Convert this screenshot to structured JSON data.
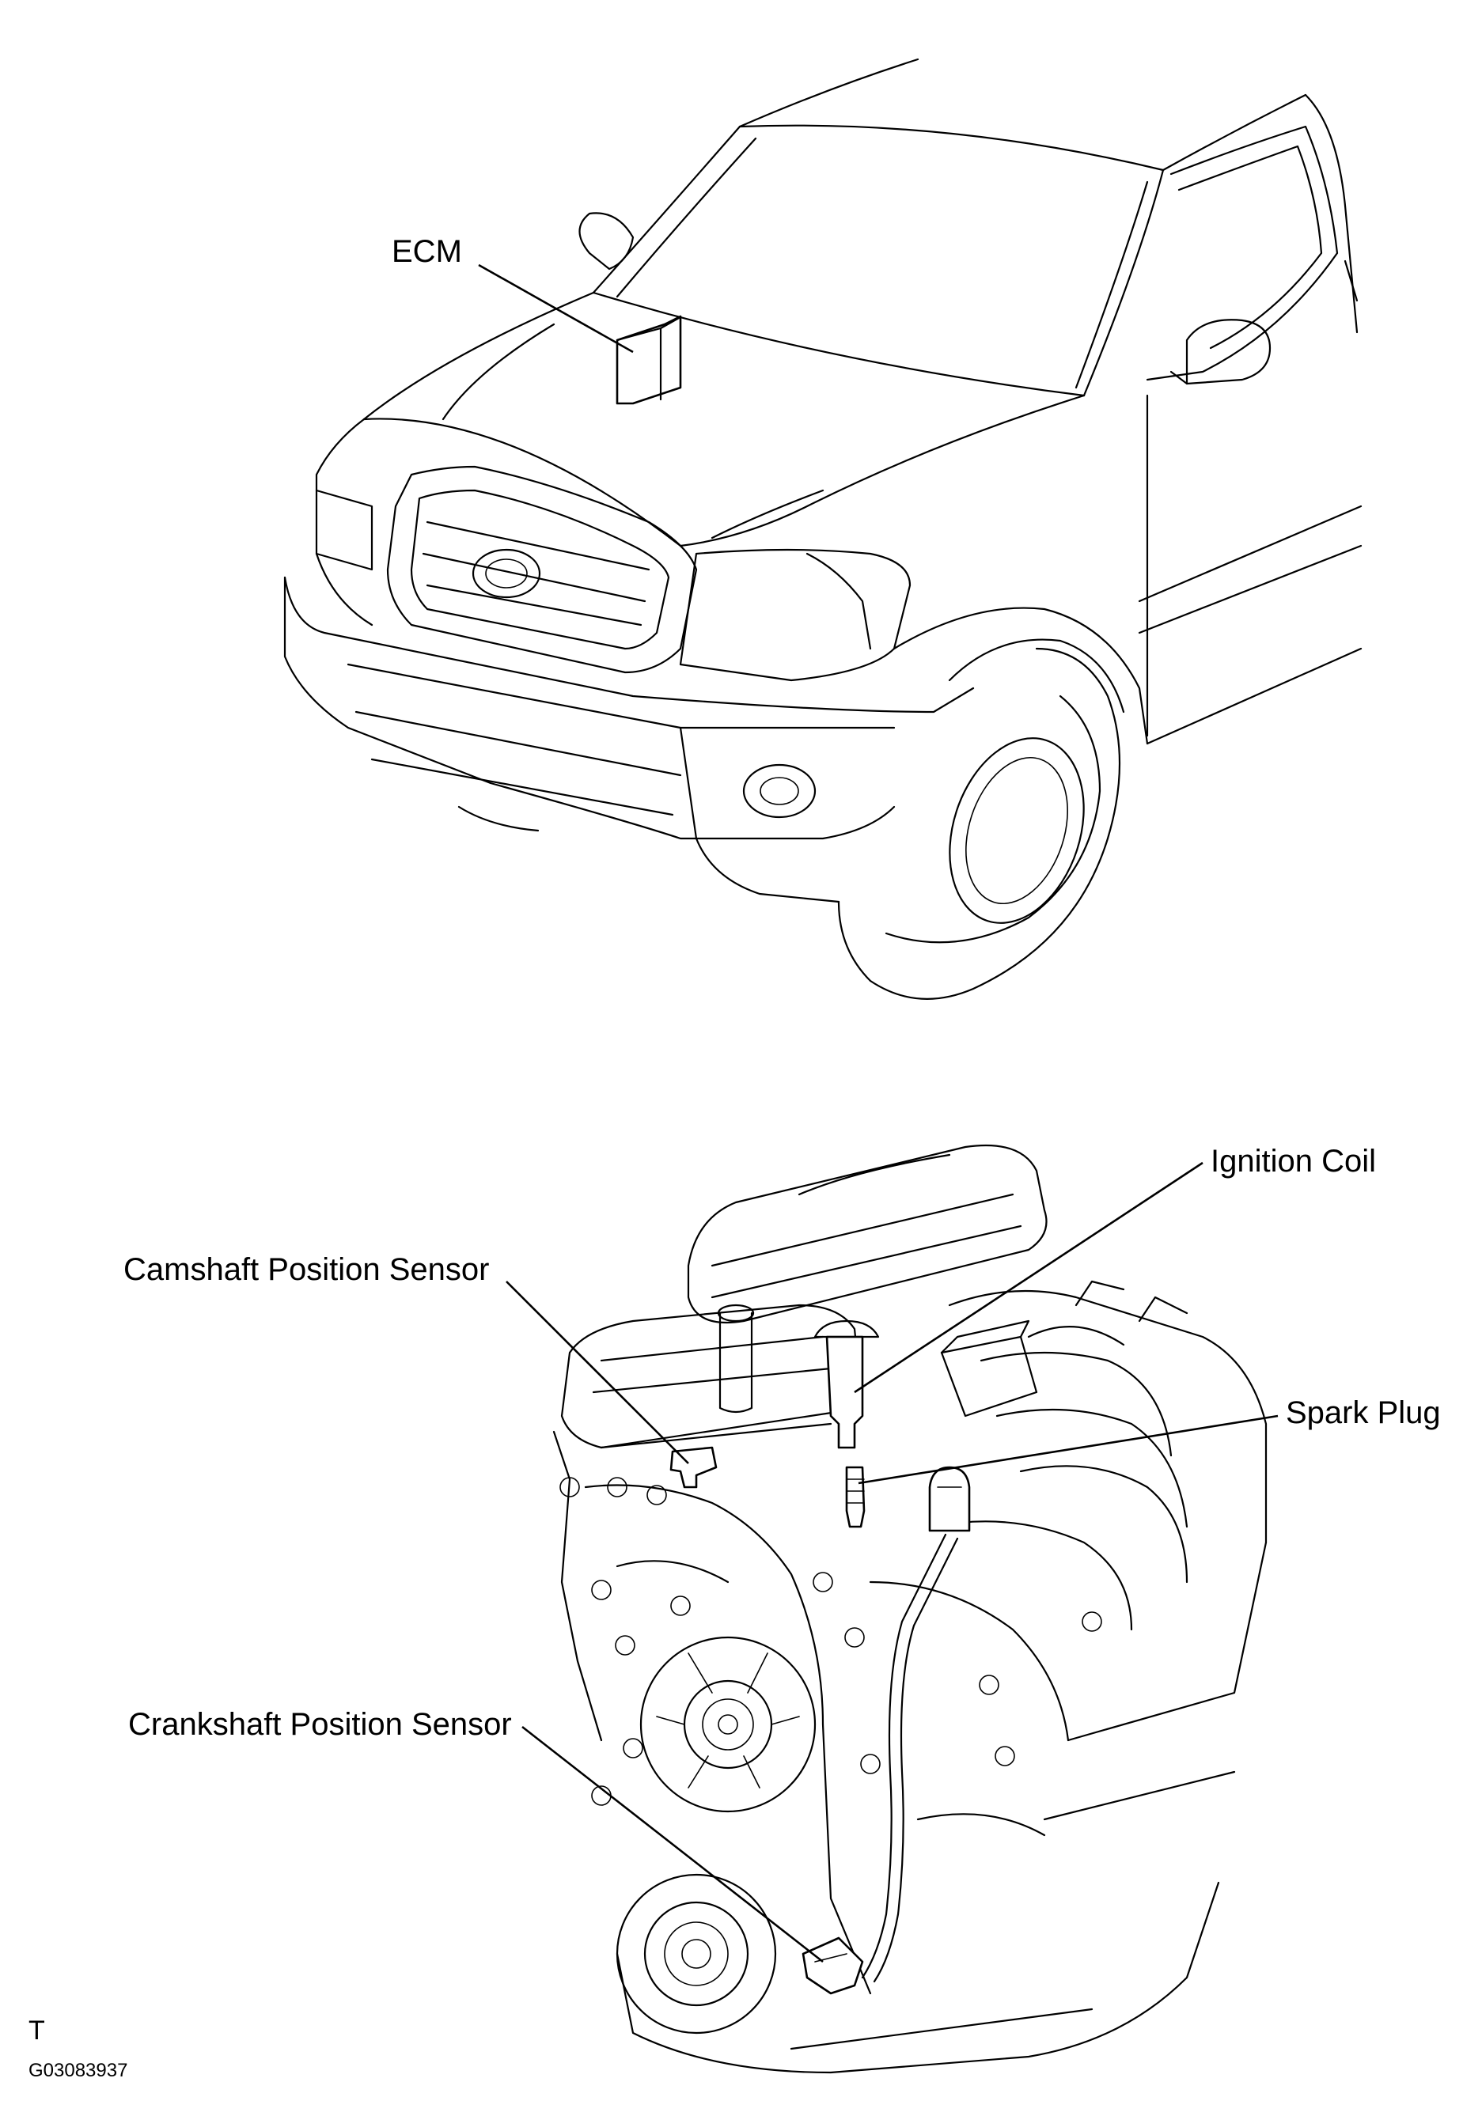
{
  "labels": {
    "ecm": "ECM",
    "ignition_coil": "Ignition Coil",
    "camshaft_sensor": "Camshaft Position Sensor",
    "spark_plug": "Spark Plug",
    "crankshaft_sensor": "Crankshaft Position Sensor"
  },
  "footer": {
    "orientation_mark": "T",
    "figure_code": "G03083937"
  }
}
